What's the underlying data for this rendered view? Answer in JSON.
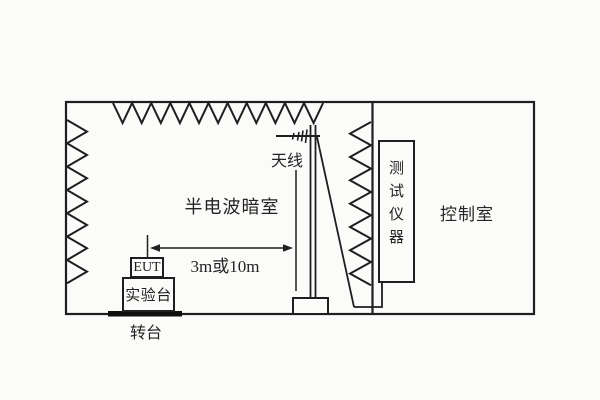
{
  "diagram": {
    "labels": {
      "chamber": "半电波暗室",
      "antenna": "天线",
      "distance": "3m或10m",
      "eut": "EUT",
      "table": "实验台",
      "turntable": "转台",
      "instrument": "测试仪器",
      "instrument_chars": [
        "测",
        "试",
        "仪",
        "器"
      ],
      "control_room": "控制室"
    },
    "colors": {
      "line": "#1f1f1f",
      "background": "#fbfbf9",
      "ink": "#0e0e0e"
    }
  }
}
